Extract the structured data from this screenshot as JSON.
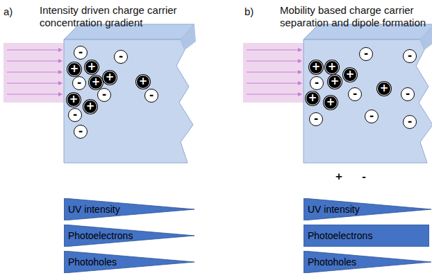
{
  "diagram": {
    "nodes": [
      {
        "text": [
          "UV intensity"
        ]
      },
      {
        "text": [
          "Photoelectrons"
        ]
      },
      {
        "text": [
          "Photoholes"
        ]
      },
      {
        "text": [
          "UV intensity"
        ]
      },
      {
        "text": [
          "Photoelectrons"
        ]
      },
      {
        "text": [
          "Photoholes"
        ]
      },
      {
        "text": [
          "-"
        ]
      },
      {
        "text": [
          "+"
        ]
      },
      {
        "text": [
          "+"
        ]
      },
      {
        "text": [
          "-"
        ]
      },
      {
        "text": [
          "-"
        ]
      },
      {
        "text": [
          "+"
        ]
      },
      {
        "text": [
          "+"
        ]
      },
      {
        "text": [
          "-"
        ]
      },
      {
        "text": [
          "+"
        ]
      },
      {
        "text": [
          "-"
        ]
      },
      {
        "text": [
          "+"
        ]
      },
      {
        "text": [
          "-"
        ]
      },
      {
        "text": [
          "+"
        ]
      },
      {
        "text": [
          "-"
        ]
      },
      {
        "text": [
          "+"
        ]
      },
      {
        "text": [
          "+"
        ]
      },
      {
        "text": [
          "-"
        ]
      },
      {
        "text": [
          "-"
        ]
      },
      {
        "text": [
          "-"
        ]
      },
      {
        "text": [
          "+"
        ]
      },
      {
        "text": [
          "+"
        ]
      },
      {
        "text": [
          "+"
        ]
      },
      {
        "text": [
          "+"
        ]
      },
      {
        "text": [
          "-"
        ]
      },
      {
        "text": [
          "+"
        ]
      },
      {
        "text": [
          "-"
        ]
      },
      {
        "text": [
          "-"
        ]
      },
      {
        "text": [
          "-"
        ]
      },
      {
        "text": [
          "-"
        ]
      }
    ],
    "labels": [
      "a)",
      "Intensity driven charge carrier concentration gradient",
      "b)",
      "Mobility based charge carrier separation and dipole formation",
      "+",
      "-"
    ]
  }
}
